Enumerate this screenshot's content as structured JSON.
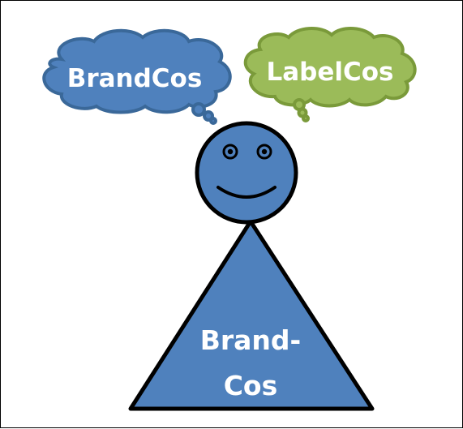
{
  "thought_bubbles": {
    "left": {
      "label": "BrandCos",
      "fill": "#4f81bd",
      "stroke": "#3a6899"
    },
    "right": {
      "label": "LabelCos",
      "fill": "#9bbb59",
      "stroke": "#7a9a3a"
    }
  },
  "figure": {
    "head_fill": "#4f81bd",
    "body_fill": "#4f81bd",
    "outline": "#000000",
    "body_label_line1": "Brand-",
    "body_label_line2": "Cos"
  }
}
